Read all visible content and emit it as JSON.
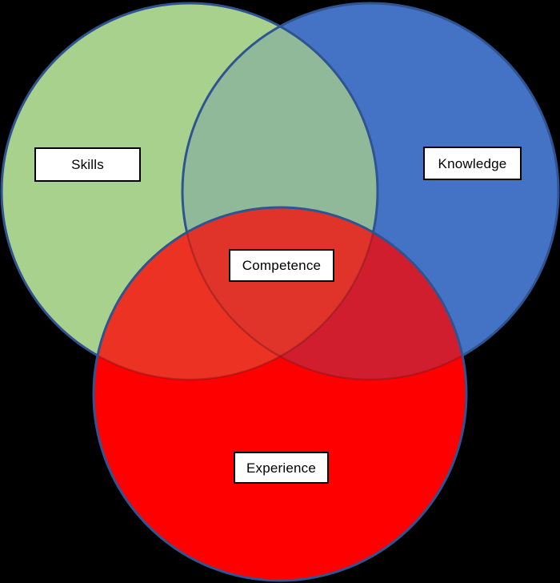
{
  "diagram": {
    "type": "venn",
    "background": "#000000",
    "outline_color": "#2f5492",
    "inner_arc_color": "rgba(120,25,30,0.42)",
    "sets": [
      {
        "id": "skills",
        "label": "Skills",
        "color": "#a9d18e"
      },
      {
        "id": "knowledge",
        "label": "Knowledge",
        "color": "#4472c4"
      },
      {
        "id": "experience",
        "label": "Experience",
        "color": "#ff0000"
      }
    ],
    "overlaps": {
      "skills_knowledge": "#90b999",
      "experience_skills": "#ec3222",
      "experience_knowledge": "#d11e2e",
      "center": "#e0342a"
    },
    "labels": {
      "skills": "Skills",
      "knowledge": "Knowledge",
      "experience": "Experience",
      "competence": "Competence"
    },
    "label_box": {
      "background": "#ffffff",
      "border_color": "#000000",
      "text_color": "#000000"
    }
  }
}
